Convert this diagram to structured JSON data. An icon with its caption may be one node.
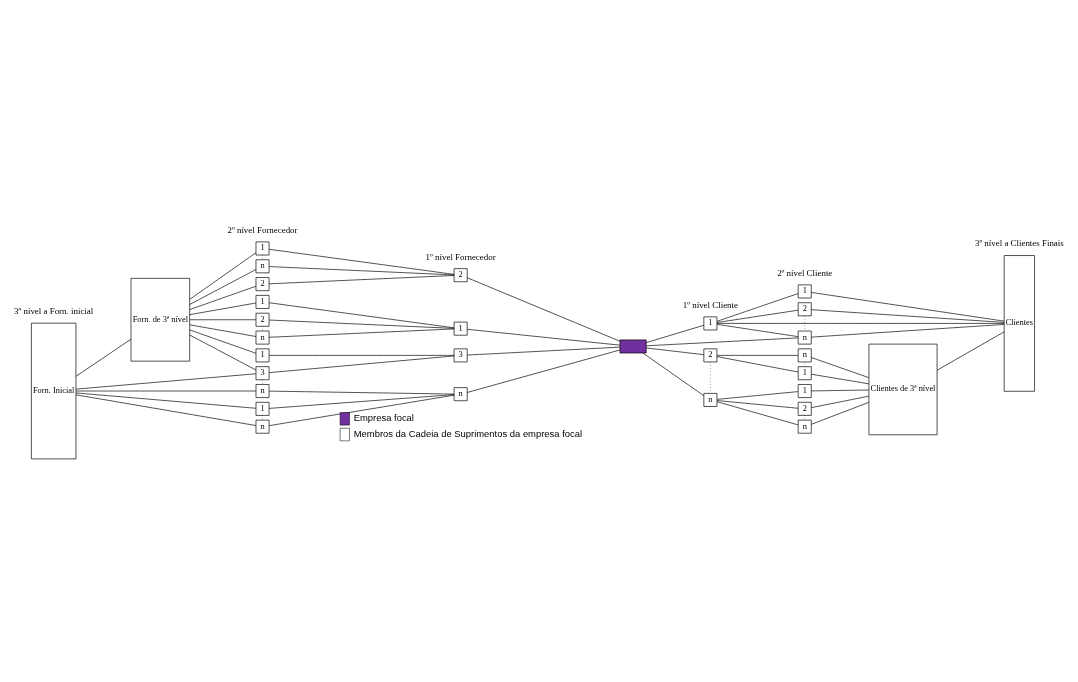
{
  "diagram": {
    "nodes": [
      {
        "text": [
          "Forn. Inicial"
        ]
      },
      {
        "text": [
          "Forn. de 3ª nível"
        ]
      },
      {
        "text": [
          "1"
        ]
      },
      {
        "text": [
          "2"
        ]
      },
      {
        "text": [
          "n"
        ]
      },
      {
        "text": [
          "1"
        ]
      },
      {
        "text": [
          "n"
        ]
      },
      {
        "text": [
          "1"
        ]
      },
      {
        "text": [
          "2"
        ]
      },
      {
        "text": [
          "3"
        ]
      },
      {
        "text": [
          "n"
        ]
      },
      {
        "text": [
          "1"
        ]
      },
      {
        "text": [
          "n"
        ]
      },
      {
        "text": [
          "1"
        ]
      },
      {
        "text": [
          "2"
        ]
      },
      {
        "text": [
          "3"
        ]
      },
      {
        "text": [
          "n"
        ]
      },
      {
        "text": [],
        "shape": "box"
      },
      {
        "text": [
          "1"
        ]
      },
      {
        "text": [
          "2"
        ]
      },
      {
        "text": [
          "n"
        ]
      },
      {
        "text": [
          "1"
        ]
      },
      {
        "text": [
          "2"
        ]
      },
      {
        "text": [
          "n"
        ]
      },
      {
        "text": [
          "1"
        ]
      },
      {
        "text": [
          "n"
        ]
      },
      {
        "text": [
          "1"
        ]
      },
      {
        "text": [
          "2"
        ]
      },
      {
        "text": [
          "n"
        ]
      },
      {
        "text": [
          "Clientes de 3ª nível"
        ]
      },
      {
        "text": [
          "Clientes"
        ]
      }
    ],
    "edges": [
      {
        "from": 0,
        "to": 1,
        "arrow": "none"
      },
      {
        "from": 1,
        "to": 2,
        "arrow": "none"
      },
      {
        "from": 1,
        "to": 3,
        "arrow": "none"
      },
      {
        "from": 1,
        "to": 4,
        "arrow": "none"
      },
      {
        "from": 1,
        "to": 5,
        "arrow": "none"
      },
      {
        "from": 1,
        "to": 6,
        "arrow": "none"
      },
      {
        "from": 1,
        "to": 7,
        "arrow": "none"
      },
      {
        "from": 1,
        "to": 8,
        "arrow": "none"
      },
      {
        "from": 1,
        "to": 9,
        "arrow": "none"
      },
      {
        "from": 0,
        "to": 9,
        "arrow": "none"
      },
      {
        "from": 0,
        "to": 10,
        "arrow": "none"
      },
      {
        "from": 0,
        "to": 11,
        "arrow": "none"
      },
      {
        "from": 0,
        "to": 12,
        "arrow": "none"
      },
      {
        "from": 3,
        "to": 4,
        "arrow": "none",
        "style": "dashed"
      },
      {
        "from": 5,
        "to": 6,
        "arrow": "none",
        "style": "dashed"
      },
      {
        "from": 9,
        "to": 10,
        "arrow": "none",
        "style": "dashed"
      },
      {
        "from": 11,
        "to": 12,
        "arrow": "none",
        "style": "dashed"
      },
      {
        "from": 2,
        "to": 13,
        "arrow": "none"
      },
      {
        "from": 3,
        "to": 13,
        "arrow": "none"
      },
      {
        "from": 4,
        "to": 13,
        "arrow": "none"
      },
      {
        "from": 5,
        "to": 14,
        "arrow": "none"
      },
      {
        "from": 6,
        "to": 14,
        "arrow": "none"
      },
      {
        "from": 8,
        "to": 14,
        "arrow": "none"
      },
      {
        "from": 7,
        "to": 15,
        "arrow": "none"
      },
      {
        "from": 9,
        "to": 15,
        "arrow": "none"
      },
      {
        "from": 10,
        "to": 16,
        "arrow": "none"
      },
      {
        "from": 11,
        "to": 16,
        "arrow": "none"
      },
      {
        "from": 12,
        "to": 16,
        "arrow": "none"
      },
      {
        "from": 13,
        "to": 17,
        "arrow": "none"
      },
      {
        "from": 14,
        "to": 17,
        "arrow": "none"
      },
      {
        "from": 15,
        "to": 17,
        "arrow": "none"
      },
      {
        "from": 16,
        "to": 17,
        "arrow": "none"
      },
      {
        "from": 17,
        "to": 18,
        "arrow": "none"
      },
      {
        "from": 17,
        "to": 23,
        "arrow": "none"
      },
      {
        "from": 17,
        "to": 19,
        "arrow": "none"
      },
      {
        "from": 17,
        "to": 20,
        "arrow": "none"
      },
      {
        "from": 19,
        "to": 20,
        "arrow": "none",
        "style": "dashed"
      },
      {
        "from": 18,
        "to": 21,
        "arrow": "none"
      },
      {
        "from": 18,
        "to": 22,
        "arrow": "none"
      },
      {
        "from": 18,
        "to": 23,
        "arrow": "none"
      },
      {
        "from": 18,
        "to": 30,
        "arrow": "none"
      },
      {
        "from": 19,
        "to": 24,
        "arrow": "none"
      },
      {
        "from": 19,
        "to": 25,
        "arrow": "none"
      },
      {
        "from": 20,
        "to": 26,
        "arrow": "none"
      },
      {
        "from": 20,
        "to": 27,
        "arrow": "none"
      },
      {
        "from": 20,
        "to": 28,
        "arrow": "none"
      },
      {
        "from": 22,
        "to": 23,
        "arrow": "none",
        "style": "dashed"
      },
      {
        "from": 24,
        "to": 25,
        "arrow": "none",
        "style": "dashed"
      },
      {
        "from": 27,
        "to": 28,
        "arrow": "none",
        "style": "dashed"
      },
      {
        "from": 21,
        "to": 30,
        "arrow": "none"
      },
      {
        "from": 22,
        "to": 30,
        "arrow": "none"
      },
      {
        "from": 23,
        "to": 30,
        "arrow": "none"
      },
      {
        "from": 24,
        "to": 29,
        "arrow": "none"
      },
      {
        "from": 25,
        "to": 29,
        "arrow": "none"
      },
      {
        "from": 26,
        "to": 29,
        "arrow": "none"
      },
      {
        "from": 27,
        "to": 29,
        "arrow": "none"
      },
      {
        "from": 28,
        "to": 29,
        "arrow": "none"
      },
      {
        "from": 29,
        "to": 30,
        "arrow": "none"
      }
    ],
    "labels": [
      "3º nível a Forn. inicial",
      "2º nível Fornecedor",
      "1º nível Fornecedor",
      "1º nível Cliente",
      "2º nível Cliente",
      "3º nível a Clientes Finais"
    ],
    "legend": [
      {
        "text": "Empresa focal",
        "color": "#7030a0"
      },
      {
        "text": "Membros da Cadeia de Suprimentos da empresa focal",
        "color": "#ffffff"
      }
    ]
  }
}
